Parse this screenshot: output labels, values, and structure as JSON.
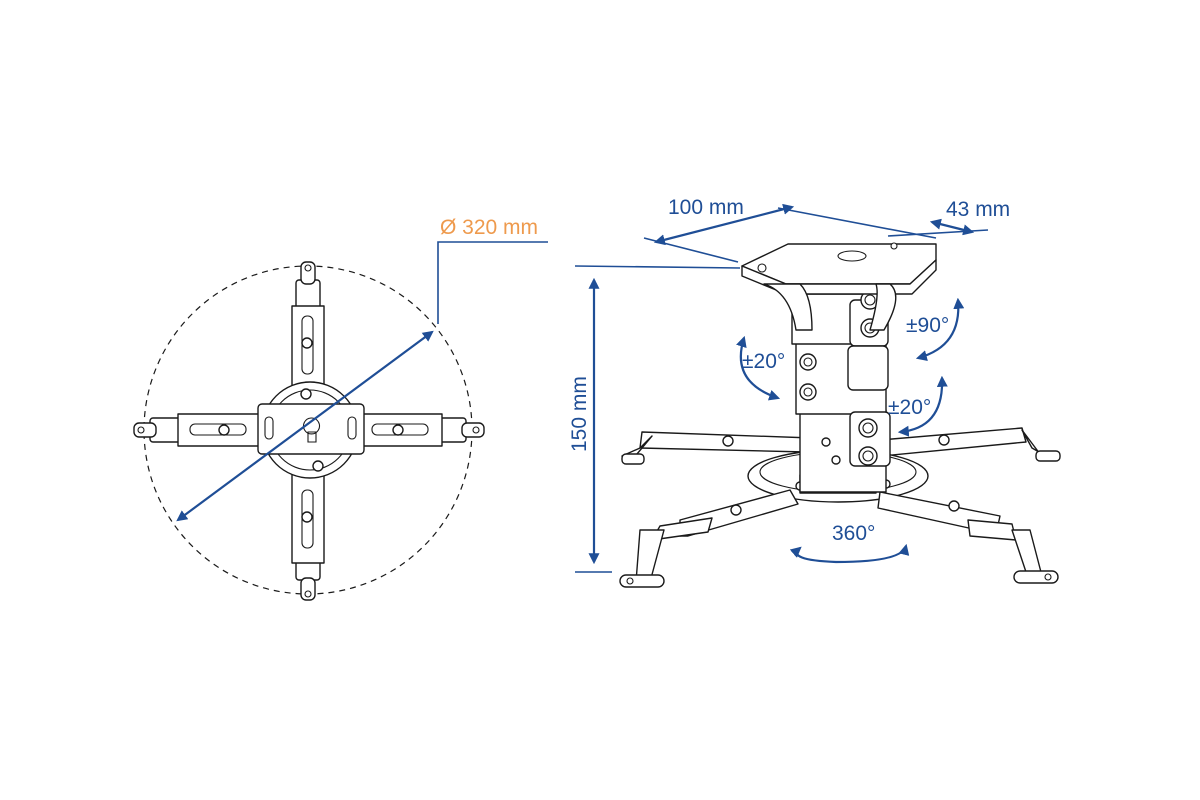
{
  "colors": {
    "dimension": "#1f4e96",
    "diameter": "#ee9a4d",
    "outline": "#1a1a1a"
  },
  "labels": {
    "diameter": "Ø 320 mm",
    "width": "100 mm",
    "depth": "43 mm",
    "height": "150 mm",
    "tilt_top": "±90°",
    "tilt_left": "±20°",
    "tilt_right": "±20°",
    "rotation": "360°"
  }
}
